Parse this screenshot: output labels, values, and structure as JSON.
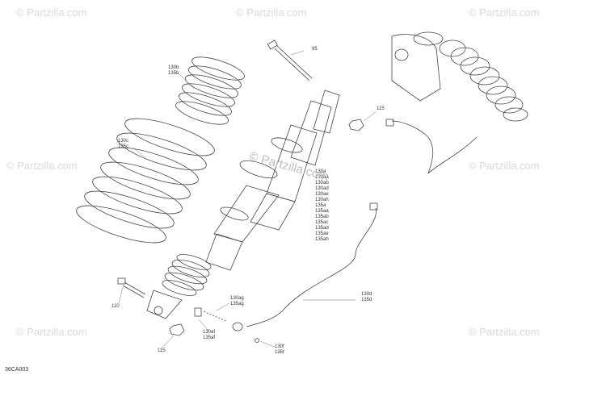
{
  "diagram": {
    "drawing_code": "36CA003",
    "watermark": "© Partzilla.com",
    "center_watermark": "© Partzilla.com",
    "labels": {
      "l95": "95",
      "l115a": "115",
      "l130b": "130b\n135b",
      "l130c": "130c\n135c",
      "l130list": "130a\n130aa\n130ab\n130ad\n130ae\n130ah\n135a\n135aa\n135ab\n135ac\n135ad\n135ae\n135ah",
      "l130d": "130d\n135d",
      "l130ag": "130ag\n135ag",
      "l130af": "130af\n135af",
      "l130f": "130f\n135f",
      "l110": "110",
      "l115b": "115"
    }
  }
}
